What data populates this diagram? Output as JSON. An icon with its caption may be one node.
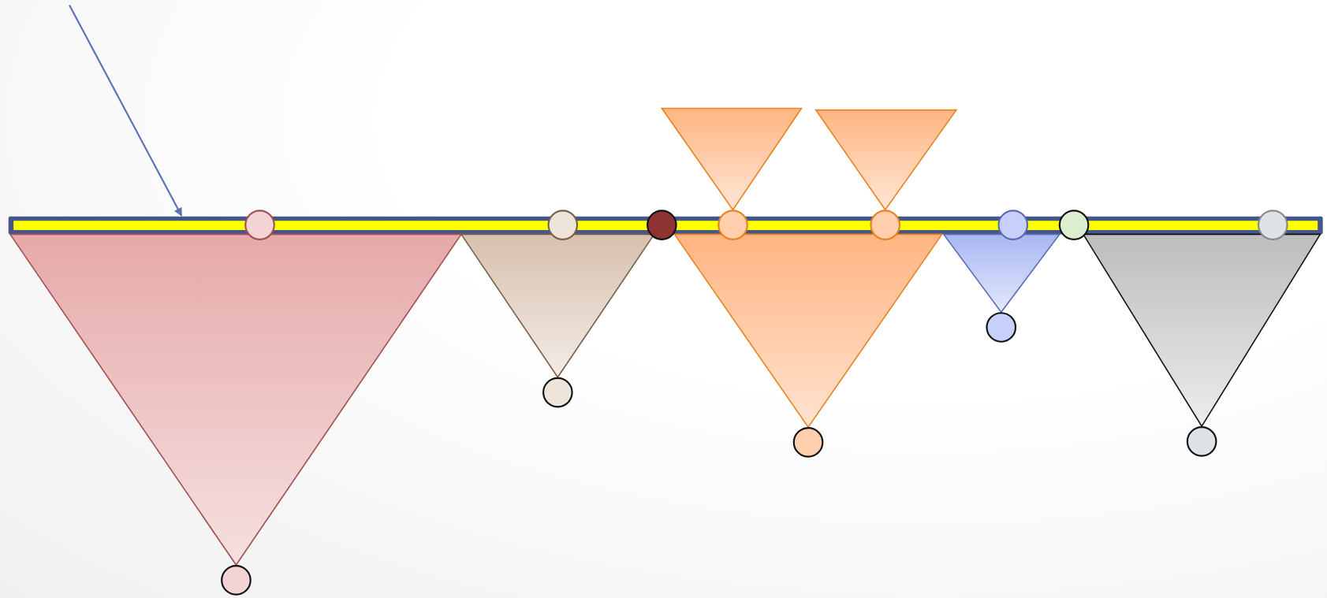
{
  "diagram": {
    "nodes": [
      {
        "text": [],
        "shape": "triangle"
      },
      {
        "text": [],
        "shape": "triangle"
      },
      {
        "text": [],
        "shape": "bar"
      },
      {
        "text": [],
        "shape": "circle"
      },
      {
        "text": [],
        "shape": "circle"
      },
      {
        "text": [],
        "shape": "circle"
      },
      {
        "text": [],
        "shape": "circle"
      },
      {
        "text": [],
        "shape": "circle"
      },
      {
        "text": [],
        "shape": "circle"
      },
      {
        "text": [],
        "shape": "circle"
      },
      {
        "text": [],
        "shape": "circle"
      },
      {
        "text": [],
        "shape": "triangle"
      },
      {
        "text": [],
        "shape": "triangle"
      },
      {
        "text": [],
        "shape": "triangle"
      },
      {
        "text": [],
        "shape": "triangle"
      },
      {
        "text": [],
        "shape": "triangle"
      },
      {
        "text": [],
        "shape": "circle"
      },
      {
        "text": [],
        "shape": "circle"
      },
      {
        "text": [],
        "shape": "circle"
      },
      {
        "text": [],
        "shape": "circle"
      },
      {
        "text": [],
        "shape": "circle"
      }
    ],
    "edges": [
      {
        "from": null,
        "to": 2,
        "arrow": "to"
      }
    ]
  }
}
